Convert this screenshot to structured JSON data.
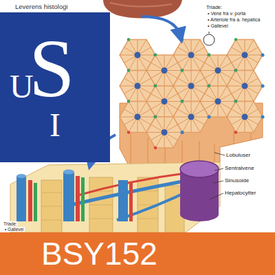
{
  "diagram": {
    "title": "Leverens histologi",
    "nodes": [
      {
        "text": [
          "S",
          "U",
          "I"
        ]
      },
      {
        "text": [
          "BSY152"
        ]
      }
    ],
    "labels": [
      "Triade:",
      "• Vene fra v. porta",
      "• Arteriole fra a. hepatica",
      "• Gallevei",
      "Lobuluser",
      "Sentralvene",
      "Sinusoide",
      "Hepatocytter",
      "Triade:",
      "• Gallevei"
    ]
  }
}
